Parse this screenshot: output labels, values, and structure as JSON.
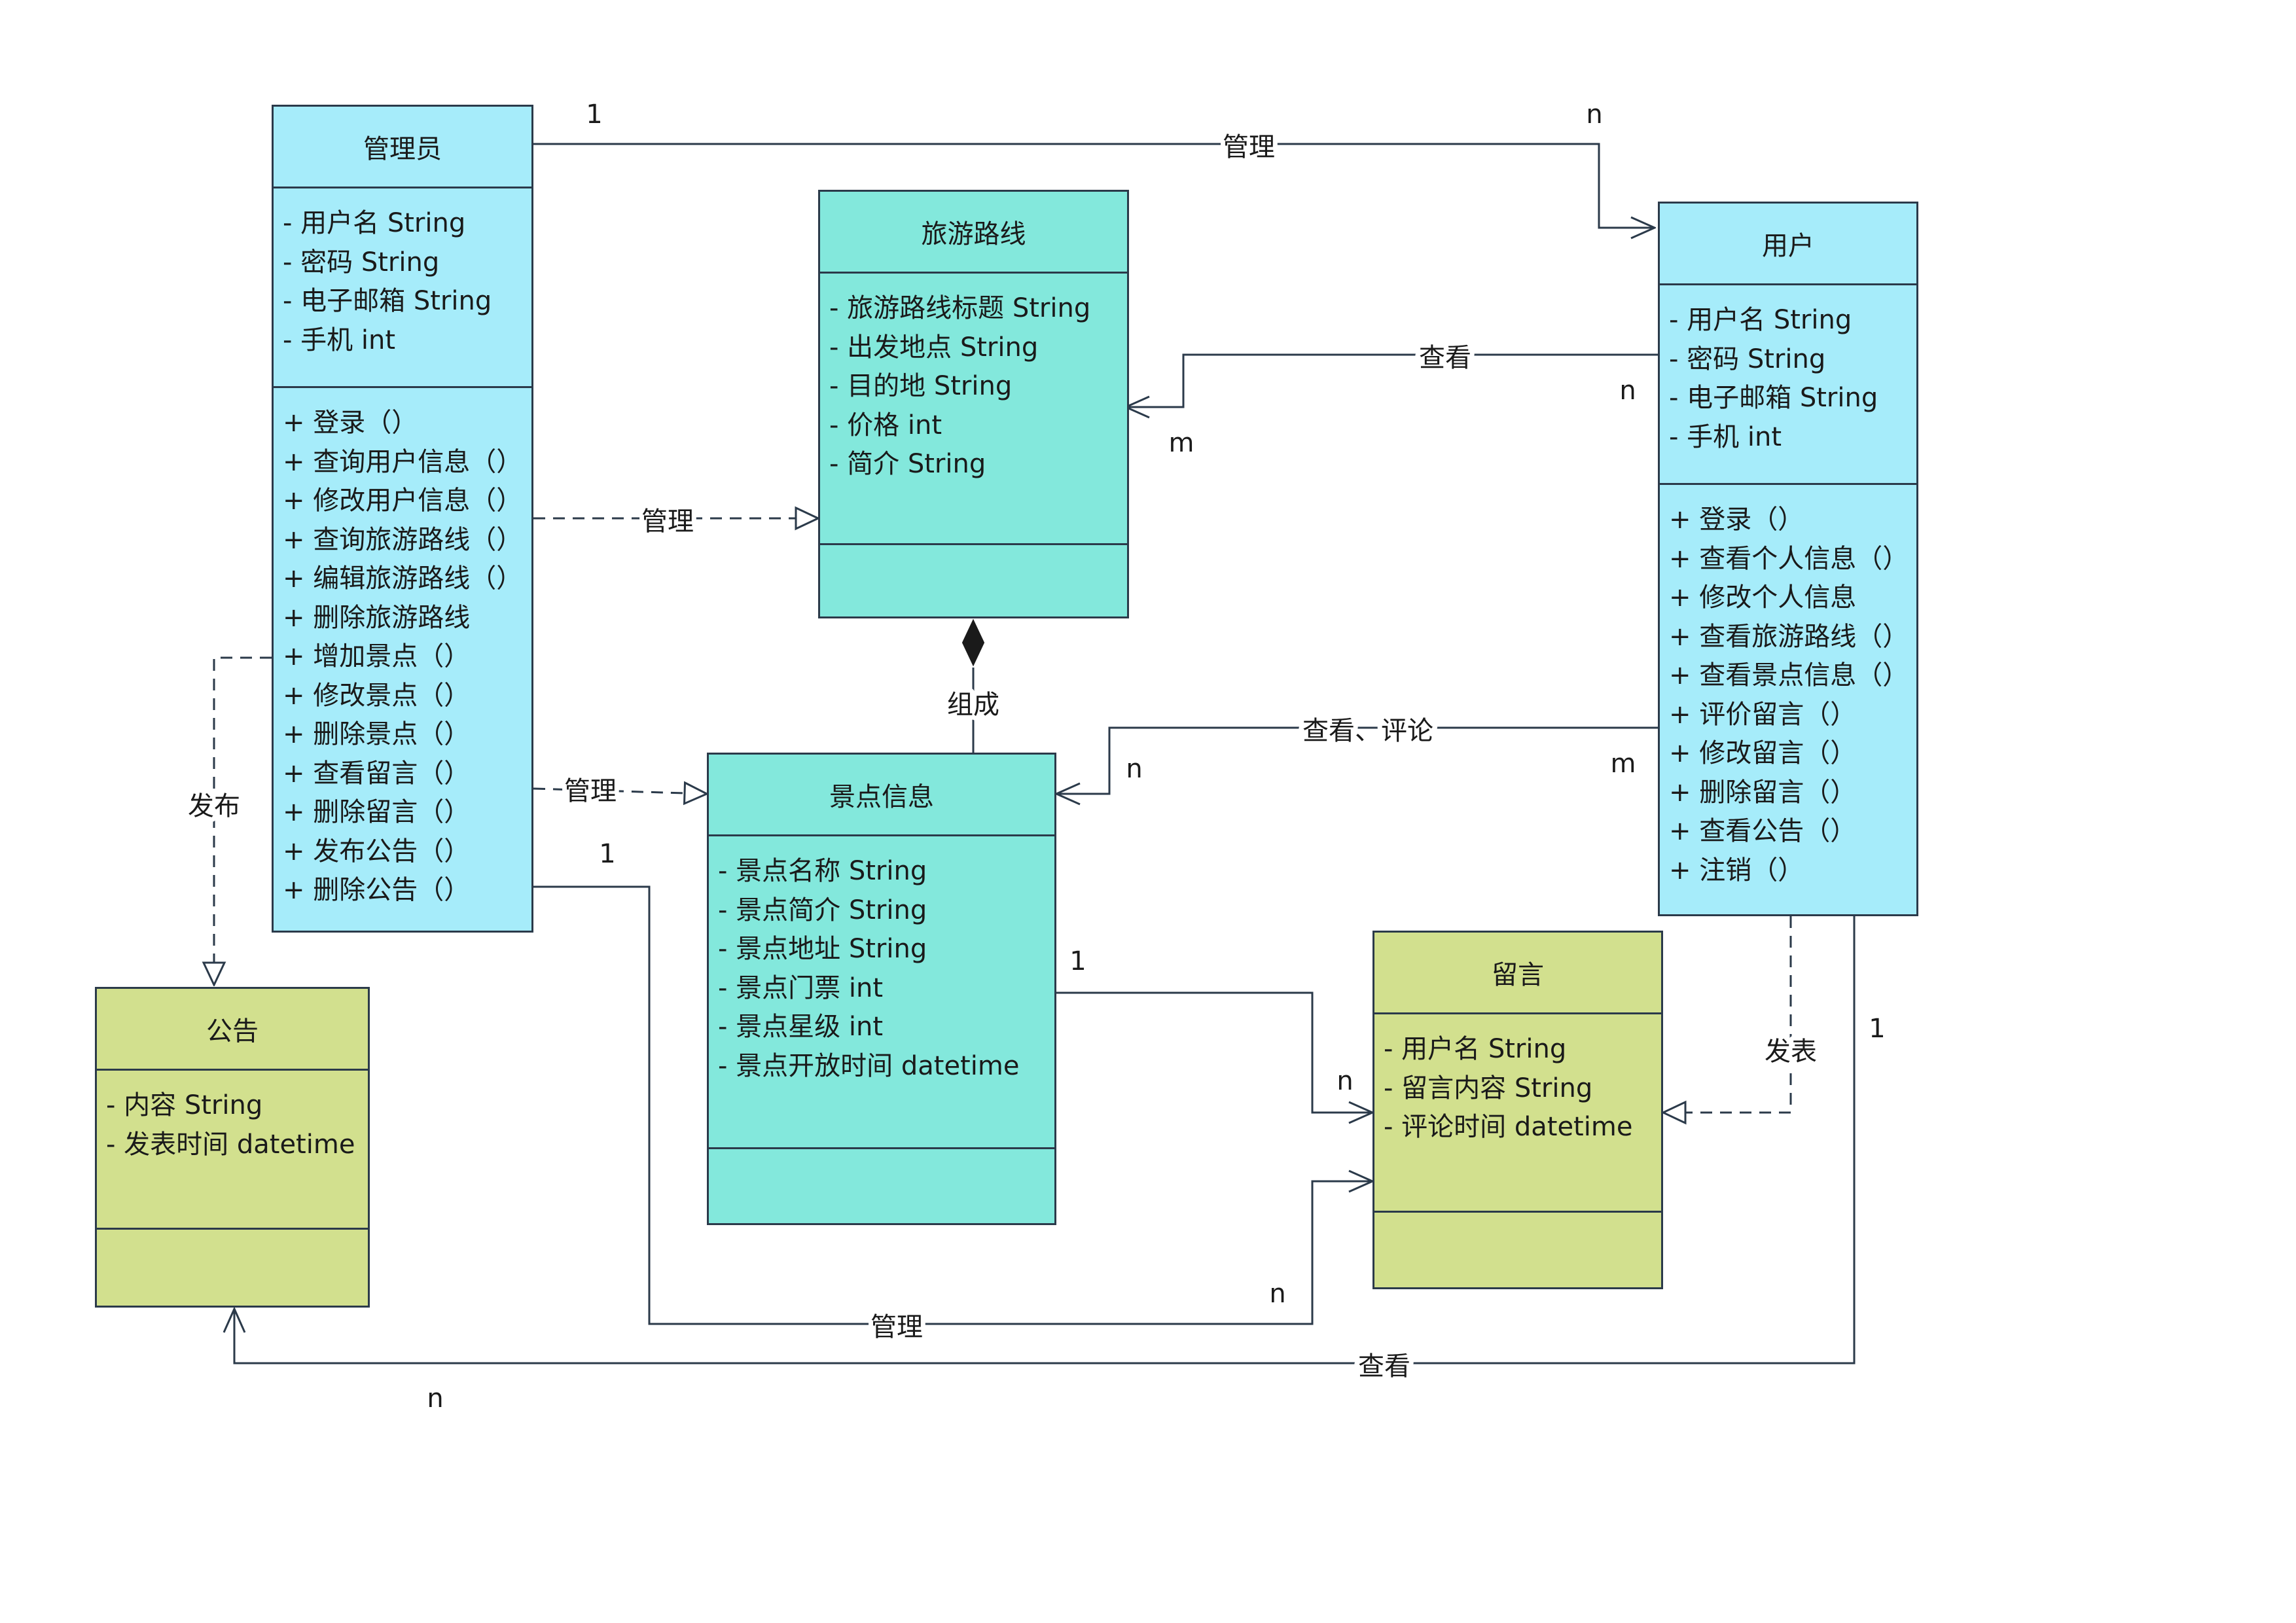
{
  "colors": {
    "admin_user_fill": "#a6ecfa",
    "route_spot_fill": "#83e8dc",
    "notice_message_fill": "#d2e08e",
    "line": "#2b3a4a"
  },
  "classes": {
    "admin": {
      "name": "管理员",
      "attributes": [
        "- 用户名 String",
        "- 密码 String",
        "- 电子邮箱 String",
        "- 手机 int"
      ],
      "operations": [
        "+ 登录（）",
        "+ 查询用户信息（）",
        "+ 修改用户信息（）",
        "+ 查询旅游路线（）",
        "+ 编辑旅游路线（）",
        "+ 删除旅游路线",
        "+ 增加景点（）",
        "+ 修改景点（）",
        "+ 删除景点（）",
        "+ 查看留言（）",
        "+ 删除留言（）",
        "+ 发布公告（）",
        "+ 删除公告（）"
      ]
    },
    "route": {
      "name": "旅游路线",
      "attributes": [
        "- 旅游路线标题 String",
        "- 出发地点 String",
        "- 目的地 String",
        "- 价格 int",
        "- 简介 String"
      ],
      "operations": []
    },
    "user": {
      "name": "用户",
      "attributes": [
        "- 用户名 String",
        "- 密码 String",
        "- 电子邮箱 String",
        "- 手机 int"
      ],
      "operations": [
        "+ 登录（）",
        "+ 查看个人信息（）",
        "+ 修改个人信息",
        "+ 查看旅游路线（）",
        "+ 查看景点信息（）",
        "+ 评价留言（）",
        "+ 修改留言（）",
        "+ 删除留言（）",
        "+ 查看公告（）",
        "+ 注销（）"
      ]
    },
    "spot": {
      "name": "景点信息",
      "attributes": [
        "- 景点名称 String",
        "- 景点简介 String",
        "- 景点地址 String",
        "- 景点门票 int",
        "- 景点星级 int",
        "- 景点开放时间 datetime"
      ],
      "operations": []
    },
    "notice": {
      "name": "公告",
      "attributes": [
        "- 内容 String",
        "- 发表时间 datetime"
      ],
      "operations": []
    },
    "message": {
      "name": "留言",
      "attributes": [
        "- 用户名 String",
        "- 留言内容 String",
        "- 评论时间 datetime"
      ],
      "operations": []
    }
  },
  "relations": {
    "admin_user": {
      "label": "管理",
      "m_admin": "1",
      "m_user": "n"
    },
    "admin_route": {
      "label": "管理"
    },
    "user_route": {
      "label": "查看",
      "m_user": "n",
      "m_route": "m"
    },
    "composition": {
      "label": "组成"
    },
    "admin_spot": {
      "label": "管理"
    },
    "user_spot": {
      "label": "查看、评论",
      "m_spot": "n",
      "m_user": "m"
    },
    "admin_notice": {
      "label": "发布"
    },
    "admin_message": {
      "label": "管理",
      "m_admin": "1",
      "m_message": "n"
    },
    "spot_message": {
      "m_spot": "1",
      "m_message": "n"
    },
    "user_message": {
      "label": "发表"
    },
    "user_notice": {
      "label": "查看",
      "m_user": "1",
      "m_notice": "n"
    }
  }
}
